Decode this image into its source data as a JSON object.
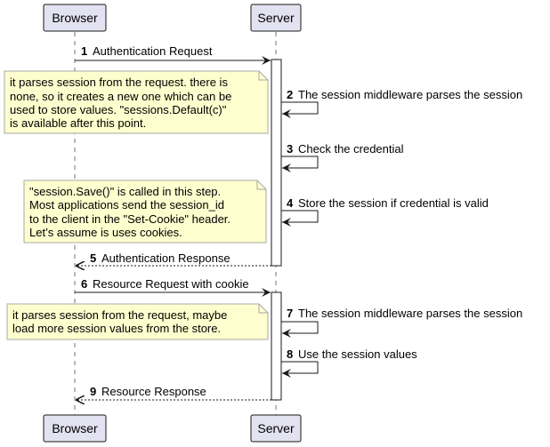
{
  "participants": [
    {
      "id": "browser",
      "label": "Browser"
    },
    {
      "id": "server",
      "label": "Server"
    }
  ],
  "messages": [
    {
      "num": "1",
      "text": "Authentication Request",
      "from": "browser",
      "to": "server",
      "style": "solid"
    },
    {
      "num": "2",
      "text": "The session middleware parses the session",
      "from": "server",
      "to": "server",
      "style": "self"
    },
    {
      "num": "3",
      "text": "Check the credential",
      "from": "server",
      "to": "server",
      "style": "self"
    },
    {
      "num": "4",
      "text": "Store the session if credential is valid",
      "from": "server",
      "to": "server",
      "style": "self"
    },
    {
      "num": "5",
      "text": "Authentication Response",
      "from": "server",
      "to": "browser",
      "style": "dashed"
    },
    {
      "num": "6",
      "text": "Resource Request with cookie",
      "from": "browser",
      "to": "server",
      "style": "solid"
    },
    {
      "num": "7",
      "text": "The session middleware parses the session",
      "from": "server",
      "to": "server",
      "style": "self"
    },
    {
      "num": "8",
      "text": "Use the session values",
      "from": "server",
      "to": "server",
      "style": "self"
    },
    {
      "num": "9",
      "text": "Resource Response",
      "from": "server",
      "to": "browser",
      "style": "dashed"
    }
  ],
  "notes": [
    {
      "lines": [
        "it parses session from the request. there is",
        "none, so it creates a new one which can be",
        "used to store values. \"sessions.Default(c)\"",
        "is available after this point."
      ]
    },
    {
      "lines": [
        "\"session.Save()\" is called in this step.",
        "Most applications send the session_id",
        "to the client in the \"Set-Cookie\" header.",
        "Let’s assume is uses cookies."
      ]
    },
    {
      "lines": [
        "it parses session from the request, maybe",
        "load more session values from the store."
      ]
    }
  ],
  "colors": {
    "participant_fill": "#e2e2f0",
    "participant_stroke": "#181818",
    "note_fill": "#fefece",
    "note_stroke": "#a8a8a8",
    "line": "#181818",
    "lifeline": "#181818"
  }
}
